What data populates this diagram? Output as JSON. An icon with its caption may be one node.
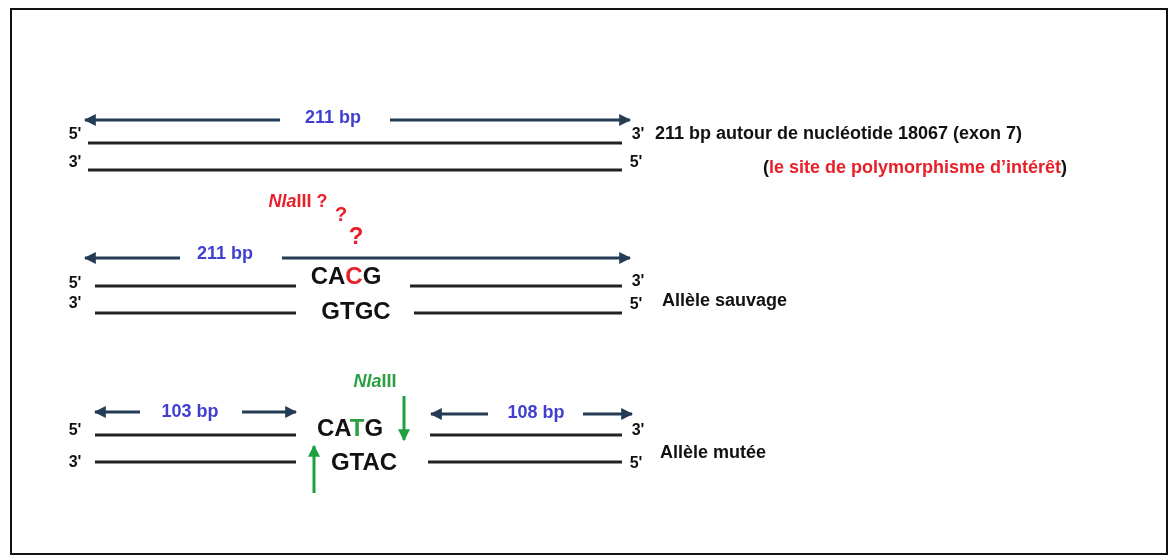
{
  "diagram": {
    "labels": [
      "211 bp",
      "5'",
      "3'",
      "211 bp autour de nucléotide 18067 (exon 7)",
      "3'",
      "5'",
      "(le site de polymorphisme d’intérêt)",
      "NlaIII ?",
      "?",
      "?",
      "211 bp",
      "5'",
      "CACG",
      "3'",
      "3'",
      "GTGC",
      "5'",
      "Allèle sauvage",
      "NlaIII",
      "5'",
      "103 bp",
      "CATG",
      "108 bp",
      "3'",
      "3'",
      "GTAC",
      "5'",
      "Allèle mutée"
    ]
  }
}
